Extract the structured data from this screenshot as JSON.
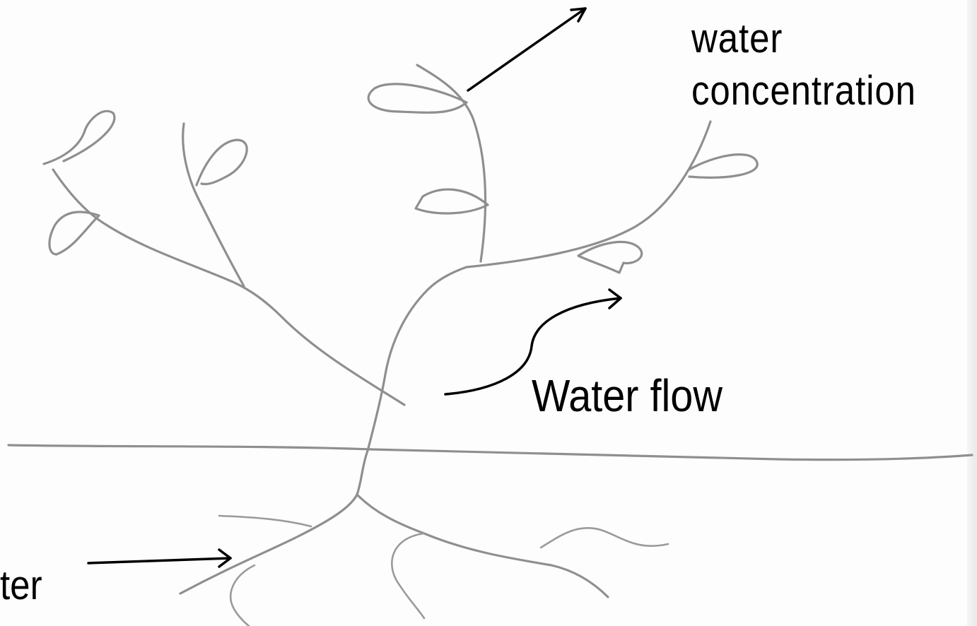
{
  "labels": {
    "top_line1": "water",
    "top_line2": "concentration",
    "middle": "Water flow",
    "bottom": "ter"
  },
  "colors": {
    "pencil": "#8f8f8f",
    "ink": "#000000",
    "paper": "#fdfdfd"
  }
}
